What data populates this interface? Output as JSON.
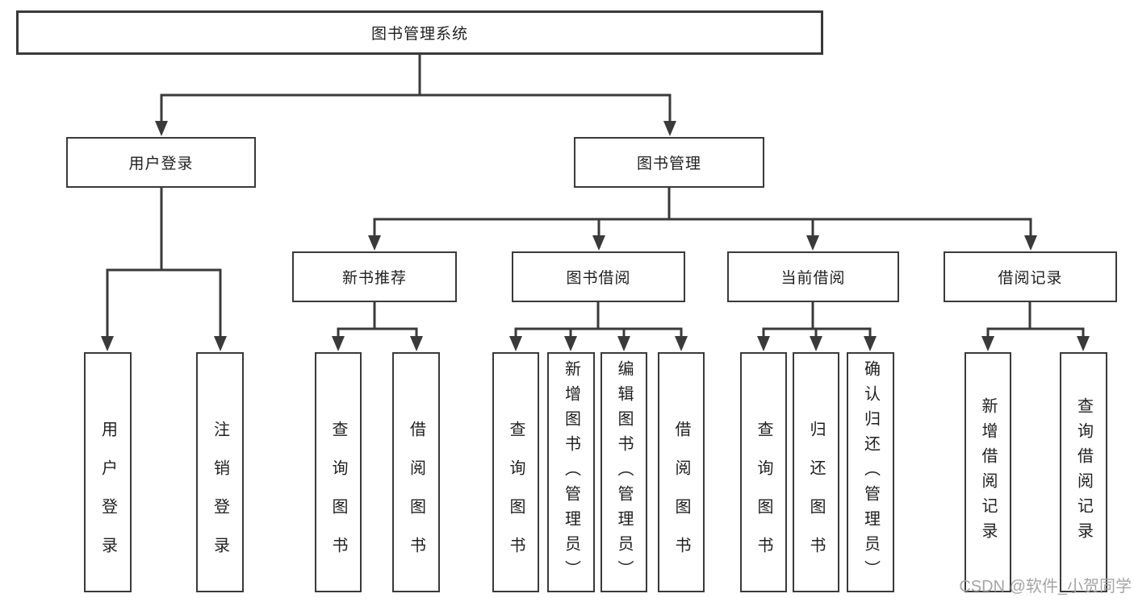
{
  "diagram": {
    "title": "图书管理系统",
    "nodes": {
      "root": "图书管理系统",
      "user_login": "用户登录",
      "book_mgmt": "图书管理",
      "new_book_rec": "新书推荐",
      "book_borrow": "图书借阅",
      "current_borrow": "当前借阅",
      "borrow_records": "借阅记录",
      "leaf_user_login": "用户登录",
      "leaf_logout": "注销登录",
      "rec_query_books": "查询图书",
      "rec_borrow_books": "借阅图书",
      "bb_query_books": "查询图书",
      "bb_add_books": "新增图书（管理员）",
      "bb_edit_books": "编辑图书（管理员）",
      "bb_borrow_books": "借阅图书",
      "cb_query_books": "查询图书",
      "cb_return_books": "归还图书",
      "cb_confirm_return": "确认归还（管理员）",
      "br_add_record": "新增借阅记录",
      "br_query_record": "查询借阅记录"
    },
    "colors": {
      "line": "#3a3a3a",
      "box_border": "#3a3a3a",
      "text": "#1f1f1f",
      "watermark": "#a5a5a5",
      "background": "#ffffff"
    }
  },
  "watermark": "CSDN @软件_小贺同学"
}
